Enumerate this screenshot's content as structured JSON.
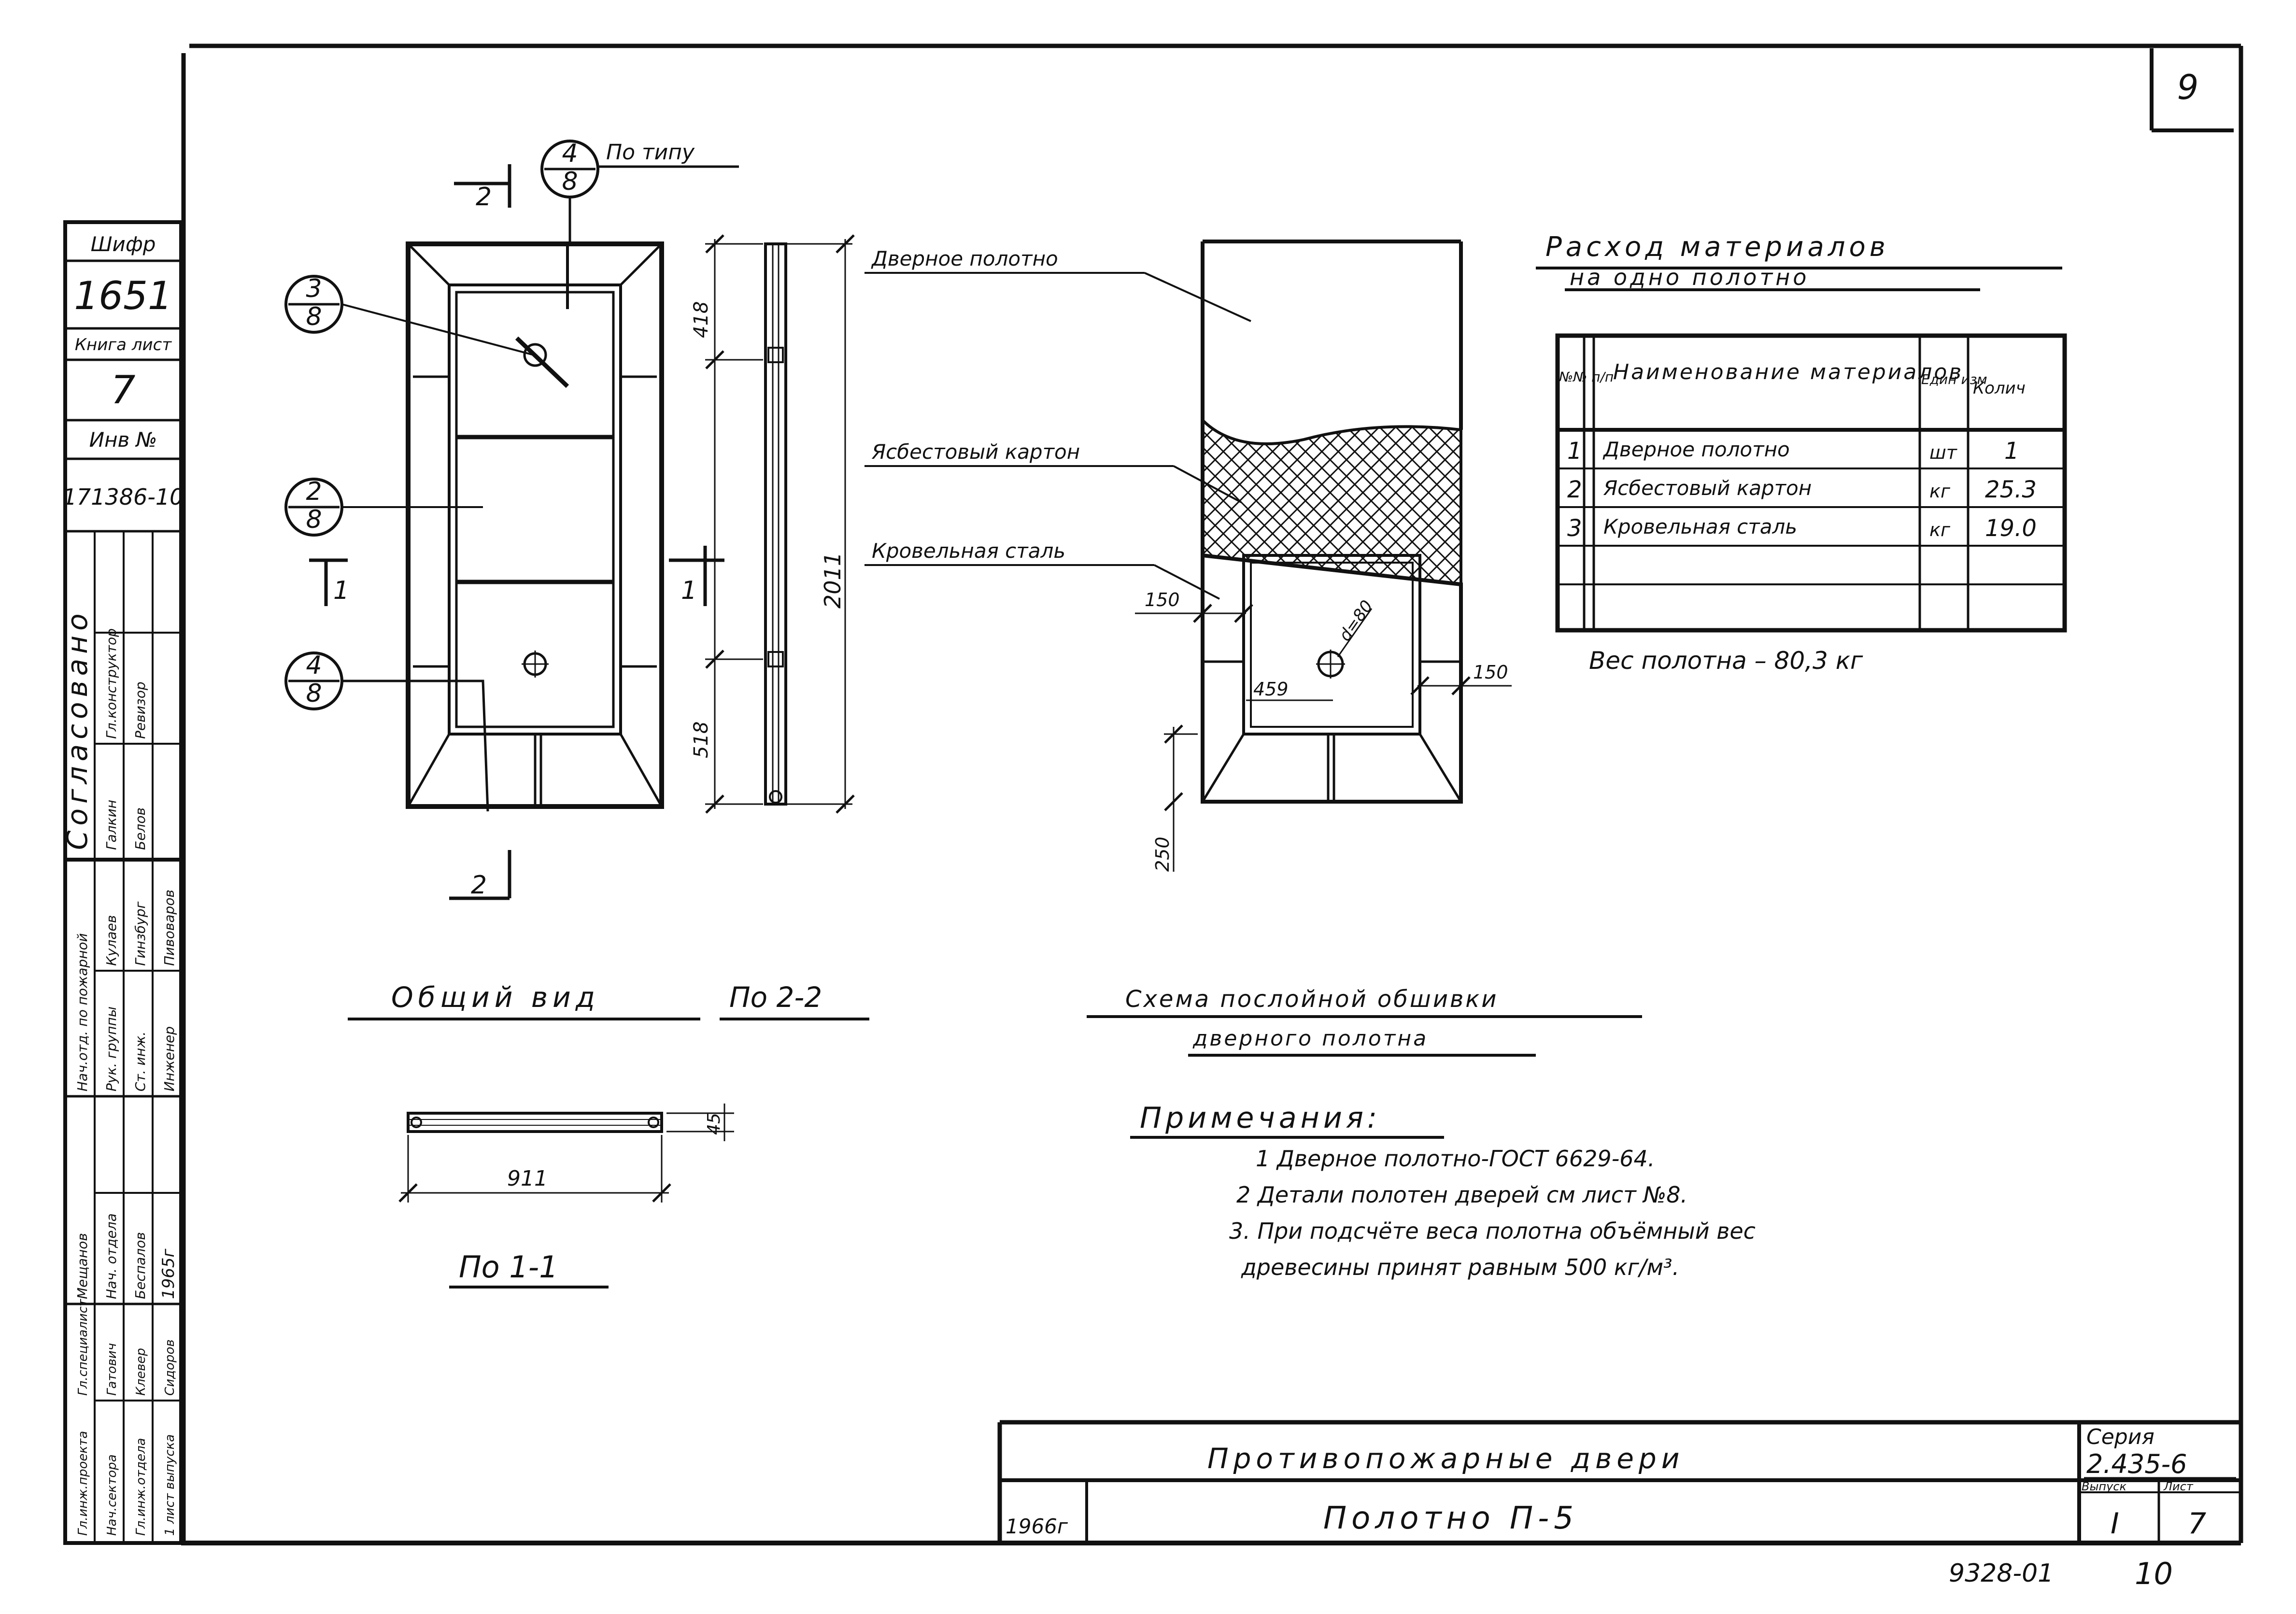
{
  "sheet_number": "9",
  "side_stamp": {
    "shifr_label": "Шифр",
    "shifr_value": "1651",
    "kniga_label": "Книга лист",
    "kniga_value": "7",
    "inv_label": "Инв №",
    "inv_value": "171386-10",
    "soglasovano": "Согласовано",
    "agree_names": [
      "Гл.конструктор",
      "Галкин",
      "Ревизор",
      "Белов"
    ],
    "sign_rows": [
      {
        "role": "Нач.отд. по пожарной",
        "name": "Кулаев",
        "date": ""
      },
      {
        "role": "Рук. группы",
        "name": "Гинзбург",
        "date": ""
      },
      {
        "role": "Ст. инж.",
        "name": "Пивоваров",
        "date": ""
      },
      {
        "role": "Инженер",
        "name": "Мещанов",
        "date": ""
      },
      {
        "role": "Нач. отдела",
        "name": "Беспалов",
        "date": ""
      }
    ],
    "year_cell": "1965г",
    "bottom_roles": [
      "Гл.инж.проекта",
      "Нач.сектора",
      "Гл.инж.отдела",
      "Гл.специалист"
    ],
    "bottom_names": [
      "Гатович",
      "Клевер",
      "Сидоров"
    ],
    "vypusk_note": "1 лист выпуска"
  },
  "callouts": {
    "c48_top": {
      "num": "4",
      "den": "8"
    },
    "po_tipu": "По типу",
    "c38": {
      "num": "3",
      "den": "8"
    },
    "c28": {
      "num": "2",
      "den": "8"
    },
    "c48_bot": {
      "num": "4",
      "den": "8"
    }
  },
  "section_marks": {
    "s2_top": "2",
    "s2_bot": "2",
    "s1_left": "1",
    "s1_right": "1"
  },
  "dimensions": {
    "d418": "418",
    "d2011": "2011",
    "d518": "518",
    "d150_left": "150",
    "d150_right": "150",
    "d459": "459",
    "d_hole": "d=80",
    "d250": "250",
    "d911": "911",
    "d45": "45"
  },
  "layer_labels": {
    "door_leaf": "Дверное полотно",
    "asbestos": "Ясбестовый картон",
    "steel": "Кровельная сталь"
  },
  "captions": {
    "general_view": "Общий вид",
    "section_22": "По 2-2",
    "section_11": "По 1-1",
    "scheme_line1": "Схема послойной обшивки",
    "scheme_line2": "дверного полотна"
  },
  "materials_table": {
    "title_line1": "Расход материалов",
    "title_line2": "на одно полотно",
    "headers": {
      "num": "№№ п/п",
      "name": "Наименование материалов",
      "unit": "Един изм",
      "qty": "Колич"
    },
    "rows": [
      {
        "num": "1",
        "name": "Дверное полотно",
        "unit": "шт",
        "qty": "1"
      },
      {
        "num": "2",
        "name": "Ясбестовый картон",
        "unit": "кг",
        "qty": "25.3"
      },
      {
        "num": "3",
        "name": "Кровельная сталь",
        "unit": "кг",
        "qty": "19.0"
      }
    ],
    "weight_note": "Вес полотна – 80,3 кг"
  },
  "notes": {
    "title": "Примечания:",
    "items": [
      "1 Дверное полотно-ГОСТ 6629-64.",
      "2 Детали полотен дверей см лист №8.",
      "3. При подсчёте веса полотна объёмный вес",
      "древесины принят равным 500 кг/м³."
    ]
  },
  "title_block": {
    "title": "Противопожарные двери",
    "subtitle": "Полотно П-5",
    "year": "1966г",
    "seria_label": "Серия",
    "seria_value": "2.435-6",
    "vypusk_label": "Выпуск",
    "vypusk_value": "I",
    "list_label": "Лист",
    "list_value": "7"
  },
  "footer": {
    "code": "9328-01",
    "page": "10"
  }
}
